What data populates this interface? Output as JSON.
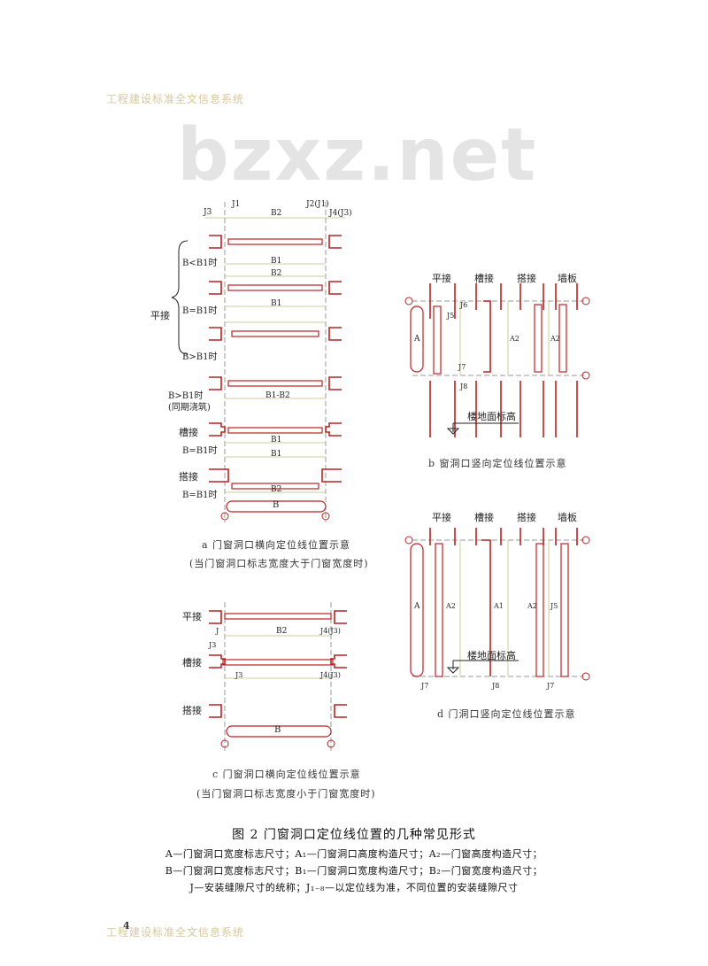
{
  "header": {
    "source": "工程建设标准全文信息系统"
  },
  "watermark": "bzxz.net",
  "footer": {
    "page_number": "4",
    "source": "工程建设标准全文信息系统"
  },
  "figure_a": {
    "dims_top": [
      "J3",
      "J1",
      "B2",
      "J2(J1)",
      "J4(J3)"
    ],
    "row_labels": [
      "B<B1时",
      "B=B1时",
      "B>B1时",
      "B>B1时",
      "(同期浇筑)",
      "B=B1时",
      "B=B1时"
    ],
    "group_label": "平接",
    "joint_labels": [
      "槽接",
      "搭接"
    ],
    "dims_rows": [
      "B1",
      "B2",
      "B1",
      "B1-B2",
      "B1",
      "B1",
      "B2",
      "B"
    ],
    "caption_1": "a 门窗洞口横向定位线位置示意",
    "caption_2": "(当门窗洞口标志宽度大于门窗宽度时)"
  },
  "figure_b": {
    "headers": [
      "平接",
      "槽接",
      "搭接",
      "墙板"
    ],
    "dims": [
      "A",
      "J5",
      "J6",
      "J7",
      "J8",
      "A2",
      "A2"
    ],
    "floor_label": "楼地面标高",
    "caption": "b 窗洞口竖向定位线位置示意"
  },
  "figure_c": {
    "labels": [
      "平接",
      "槽接",
      "搭接"
    ],
    "dims": [
      "J",
      "J3",
      "B2",
      "J4(J3)",
      "J3",
      "J4(J3)",
      "B"
    ],
    "caption_1": "c 门窗洞口横向定位线位置示意",
    "caption_2": "(当门窗洞口标志宽度小于门窗宽度时)"
  },
  "figure_d": {
    "headers": [
      "平接",
      "槽接",
      "搭接",
      "墙板"
    ],
    "dims": [
      "A",
      "A2",
      "A1",
      "A2",
      "J5",
      "J7",
      "J8",
      "J7"
    ],
    "floor_label": "楼地面标高",
    "caption": "d 门洞口竖向定位线位置示意"
  },
  "figure_title": "图 2   门窗洞口定位线位置的几种常见形式",
  "legend": [
    "A—门窗洞口宽度标志尺寸；A₁—门窗洞口高度构造尺寸；A₂—门窗高度构造尺寸；",
    "B—门窗洞口宽度标志尺寸；B₁—门窗洞口宽度构造尺寸；B₂—门窗宽度构造尺寸；",
    "J—安装缝隙尺寸的统称；J₁₋₈—以定位线为准，不同位置的安装缝隙尺寸"
  ]
}
